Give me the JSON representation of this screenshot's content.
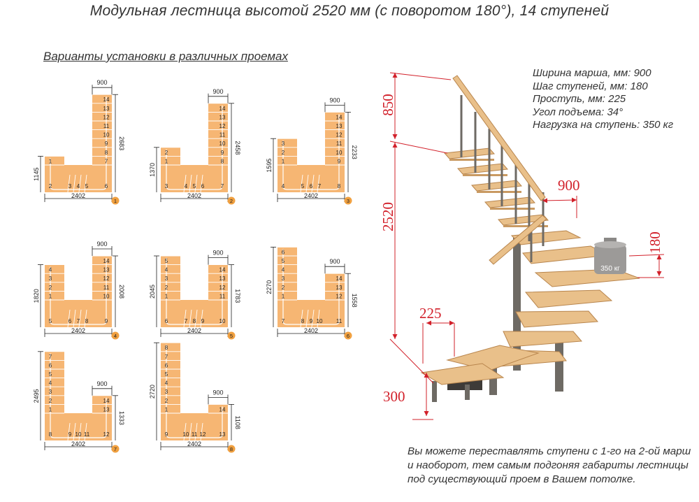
{
  "title": "Модульная лестница высотой 2520 мм (с поворотом 180°), 14 ступеней",
  "subtitle": "Варианты установки в различных проемах",
  "specs": [
    "Ширина марша, мм: 900",
    "Шаг ступеней, мм: 180",
    "Проступь, мм: 225",
    "Угол подъема: 34°",
    "Нагрузка на ступень: 350 кг"
  ],
  "note": "Вы можете переставлять ступени с 1-го на 2-ой марш и наоборот, тем самым подгоняя габариты лестницы под существующий проем в Вашем потолке.",
  "colors": {
    "step_fill": "#F6B673",
    "dim_red": "#D2202A",
    "badge": "#F0A040",
    "wood": "#E9C08A",
    "metal": "#6E6A64"
  },
  "common": {
    "width": "2402",
    "march": "900"
  },
  "variants": [
    {
      "num": "1",
      "left_dim": "1145",
      "right_dim": "2683",
      "left_steps": [
        "1"
      ],
      "bottom_steps": [
        "2",
        "3",
        "4",
        "5",
        "6"
      ],
      "right_steps": [
        "14",
        "13",
        "12",
        "11",
        "10",
        "9",
        "8",
        "7"
      ]
    },
    {
      "num": "2",
      "left_dim": "1370",
      "right_dim": "2458",
      "left_steps": [
        "2",
        "1"
      ],
      "bottom_steps": [
        "3",
        "4",
        "5",
        "6",
        "7"
      ],
      "right_steps": [
        "14",
        "13",
        "12",
        "11",
        "10",
        "9",
        "8"
      ]
    },
    {
      "num": "3",
      "left_dim": "1595",
      "right_dim": "2233",
      "left_steps": [
        "3",
        "2",
        "1"
      ],
      "bottom_steps": [
        "4",
        "5",
        "6",
        "7",
        "8"
      ],
      "right_steps": [
        "14",
        "13",
        "12",
        "11",
        "10",
        "9"
      ]
    },
    {
      "num": "4",
      "left_dim": "1820",
      "right_dim": "2008",
      "left_steps": [
        "4",
        "3",
        "2",
        "1"
      ],
      "bottom_steps": [
        "5",
        "6",
        "7",
        "8",
        "9"
      ],
      "right_steps": [
        "14",
        "13",
        "12",
        "11",
        "10"
      ]
    },
    {
      "num": "5",
      "left_dim": "2045",
      "right_dim": "1783",
      "left_steps": [
        "5",
        "4",
        "3",
        "2",
        "1"
      ],
      "bottom_steps": [
        "6",
        "7",
        "8",
        "9",
        "10"
      ],
      "right_steps": [
        "14",
        "13",
        "12",
        "11"
      ]
    },
    {
      "num": "6",
      "left_dim": "2270",
      "right_dim": "1558",
      "left_steps": [
        "6",
        "5",
        "4",
        "3",
        "2",
        "1"
      ],
      "bottom_steps": [
        "7",
        "8",
        "9",
        "10",
        "11"
      ],
      "right_steps": [
        "14",
        "13",
        "12"
      ]
    },
    {
      "num": "7",
      "left_dim": "2495",
      "right_dim": "1333",
      "left_steps": [
        "7",
        "6",
        "5",
        "4",
        "3",
        "2",
        "1"
      ],
      "bottom_steps": [
        "8",
        "9",
        "10",
        "11",
        "12"
      ],
      "right_steps": [
        "14",
        "13"
      ]
    },
    {
      "num": "8",
      "left_dim": "2720",
      "right_dim": "1108",
      "left_steps": [
        "8",
        "7",
        "6",
        "5",
        "4",
        "3",
        "2",
        "1"
      ],
      "bottom_steps": [
        "9",
        "10",
        "11",
        "12",
        "13"
      ],
      "right_steps": [
        "14"
      ]
    }
  ],
  "stair": {
    "dim_top": "850",
    "dim_height": "2520",
    "dim_width": "900",
    "dim_step": "180",
    "dim_tread": "225",
    "dim_depth": "300",
    "weight_label": "350 кг"
  }
}
